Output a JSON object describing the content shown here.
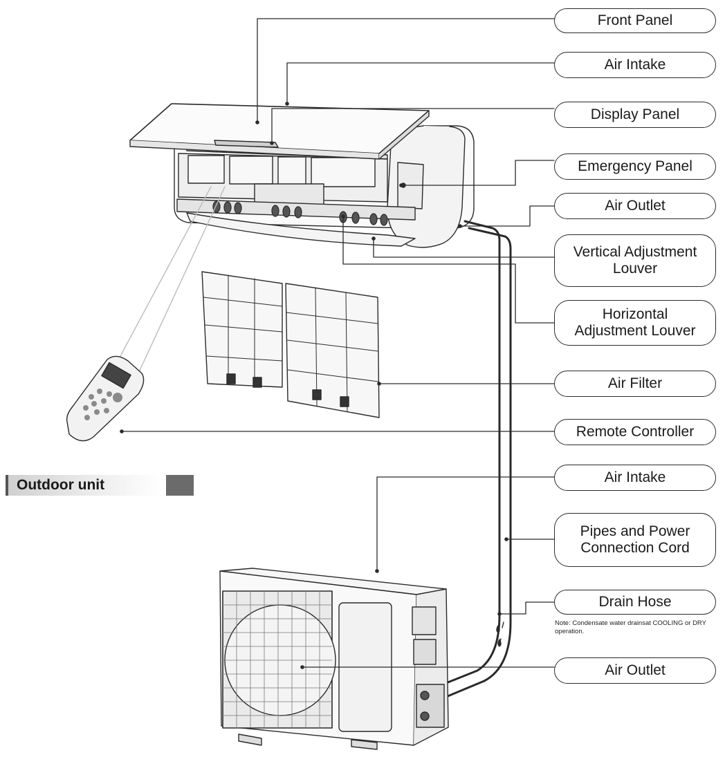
{
  "callouts": [
    {
      "id": "front-panel",
      "lines": [
        "Front Panel"
      ]
    },
    {
      "id": "air-intake-indoor",
      "lines": [
        "Air Intake"
      ]
    },
    {
      "id": "display-panel",
      "lines": [
        "Display Panel"
      ]
    },
    {
      "id": "emergency-panel",
      "lines": [
        "Emergency Panel"
      ]
    },
    {
      "id": "air-outlet-indoor",
      "lines": [
        "Air Outlet"
      ]
    },
    {
      "id": "vertical-louver",
      "lines": [
        "Vertical Adjustment",
        "Louver"
      ]
    },
    {
      "id": "horizontal-louver",
      "lines": [
        "Horizontal",
        "Adjustment Louver"
      ]
    },
    {
      "id": "air-filter",
      "lines": [
        "Air Filter"
      ]
    },
    {
      "id": "remote-controller",
      "lines": [
        "Remote Controller"
      ]
    },
    {
      "id": "air-intake-outdoor",
      "lines": [
        "Air Intake"
      ]
    },
    {
      "id": "pipes-power-cord",
      "lines": [
        "Pipes and Power",
        "Connection Cord"
      ]
    },
    {
      "id": "drain-hose",
      "lines": [
        "Drain Hose"
      ]
    },
    {
      "id": "air-outlet-outdoor",
      "lines": [
        "Air Outlet"
      ]
    }
  ],
  "section_header": "Outdoor unit",
  "note": "Note: Condensate water drainsat COOLING or DRY operation.",
  "colors": {
    "line": "#2a2a2a",
    "header_tab": "#6b6b6b",
    "header_bar": "#dcdcdc"
  }
}
